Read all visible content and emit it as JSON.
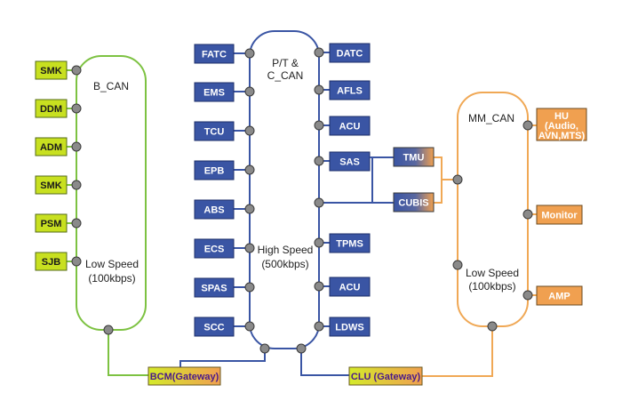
{
  "colors": {
    "b_can": "#7dc242",
    "pt_can": "#3a55a4",
    "mm_can": "#f0a855",
    "ecu_green": "#c8e020",
    "ecu_blue": "#3a55a4",
    "ecu_orange": "#f0a050",
    "node": "#8a8a8a",
    "gateway_text": "#4a1a8a"
  },
  "buses": {
    "b_can": {
      "name": "B_CAN",
      "speed_line1": "Low Speed",
      "speed_line2": "(100kbps)"
    },
    "pt_can": {
      "name_line1": "P/T &",
      "name_line2": "C_CAN",
      "speed_line1": "High Speed",
      "speed_line2": "(500kbps)"
    },
    "mm_can": {
      "name": "MM_CAN",
      "speed_line1": "Low Speed",
      "speed_line2": "(100kbps)"
    }
  },
  "b_can_ecus": [
    "SMK",
    "DDM",
    "ADM",
    "SMK",
    "PSM",
    "SJB"
  ],
  "pt_left_ecus": [
    "FATC",
    "EMS",
    "TCU",
    "EPB",
    "ABS",
    "ECS",
    "SPAS",
    "SCC"
  ],
  "pt_right_ecus": [
    "DATC",
    "AFLS",
    "ACU",
    "SAS",
    "TPMS",
    "ACU",
    "LDWS"
  ],
  "shared_ecus": [
    "TMU",
    "CUBIS"
  ],
  "mm_ecus": {
    "hu_line1": "HU",
    "hu_line2": "(Audio,",
    "hu_line3": "AVN,MTS)",
    "monitor": "Monitor",
    "amp": "AMP"
  },
  "gateways": {
    "bcm": "BCM(Gateway)",
    "clu": "CLU (Gateway)"
  }
}
